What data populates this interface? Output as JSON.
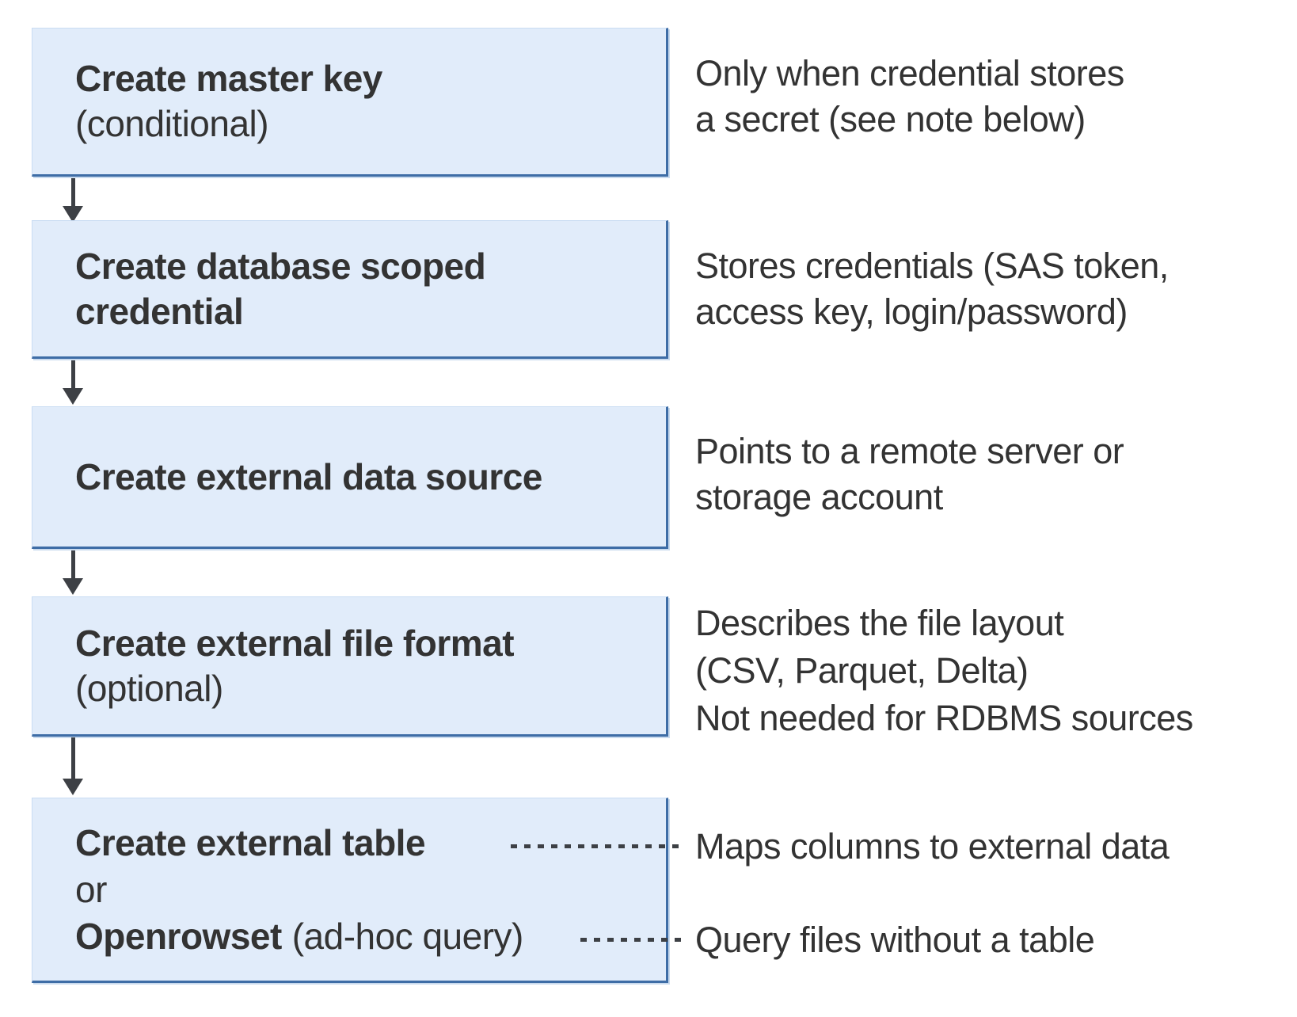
{
  "colors": {
    "box_fill": "#e1ecfa",
    "box_border": "#3e6da6",
    "box_border_light": "#c9dcf3",
    "arrow_color": "#3d4045",
    "text_color": "#333333",
    "bg": "#ffffff"
  },
  "boxes": [
    {
      "title": "Create master key",
      "subtitle": "(conditional)"
    },
    {
      "title_line1": "Create database scoped",
      "title_line2": "credential"
    },
    {
      "title": "Create external data source"
    },
    {
      "title": "Create external file format",
      "subtitle": "(optional)"
    },
    {
      "option1": "Create external table",
      "conjunction": "or",
      "option2_bold": "Openrowset",
      "option2_note": "(ad-hoc query)"
    }
  ],
  "annotations": [
    {
      "lines": [
        "Only when credential stores",
        "a secret (see note below)"
      ]
    },
    {
      "lines": [
        "Stores credentials (SAS token,",
        "access key, login/password)"
      ]
    },
    {
      "lines": [
        "Points to a remote server or",
        "storage account"
      ]
    },
    {
      "lines": [
        "Describes the file layout",
        "(CSV, Parquet, Delta)",
        "Not needed for RDBMS sources"
      ]
    },
    {
      "lines": [
        "Maps columns to external data"
      ]
    },
    {
      "lines": [
        "Query files without a table"
      ]
    }
  ]
}
